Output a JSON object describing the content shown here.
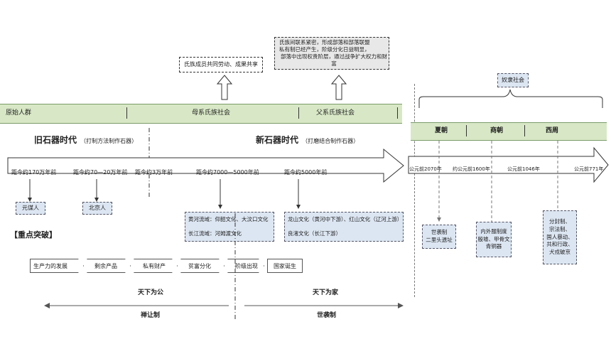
{
  "top_boxes": {
    "labor": "氏族成员共同劳动、成果共享",
    "tribe_lines": [
      "氏族间联系紧密，形成部落和部落联盟",
      "私有制已经产生，阶级分化日益明显，",
      "部落中出现权贵阶层，通过战争扩大权力和财富"
    ]
  },
  "band": {
    "primitive": "原始人群",
    "matriarchal": "母系氏族社会",
    "patriarchal": "父系氏族社会"
  },
  "eras": {
    "paleolithic": "旧石器时代",
    "paleolithic_note": "（打制方法制作石器）",
    "neolithic": "新石器时代",
    "neolithic_note": "（打磨结合制作石器）"
  },
  "timeline_labels": [
    "距今约170万年前",
    "距今约70—20万年前",
    "距今约3万年前",
    "距今约7000—5000年前",
    "距今约5000年前"
  ],
  "sites": {
    "yuanmou": "元谋人",
    "peking": "北京人",
    "matriarchal_cultures": [
      "黄河流域：仰韶文化、大汶口文化",
      "长江流域：河姆渡文化"
    ],
    "patriarchal_cultures": [
      "龙山文化（黄河中下游）、红山文化（辽河上游）",
      "良渚文化（长江下游）"
    ]
  },
  "key_title": "【重点突破】",
  "flow": [
    "生产力的发展",
    "剩余产品",
    "私有财产",
    "贫富分化",
    "阶级出现",
    "国家诞生"
  ],
  "bottom": {
    "left_top": "天下为公",
    "left_bottom": "禅让制",
    "right_top": "天下为家",
    "right_bottom": "世袭制"
  },
  "right": {
    "slave_society": "奴隶社会",
    "dynasties": [
      "夏朝",
      "商朝",
      "西周"
    ],
    "dates": [
      "公元前2070年",
      "约公元前1600年",
      "公元前1046年",
      "公元前771年"
    ],
    "notes": [
      [
        "世袭制",
        "二里头遗址"
      ],
      [
        "内外服制度",
        "殷墟、甲骨文",
        "青铜器"
      ],
      [
        "分封制、",
        "宗法制、",
        "国人暴动、",
        "共和行政、",
        "犬戎破京"
      ]
    ]
  }
}
